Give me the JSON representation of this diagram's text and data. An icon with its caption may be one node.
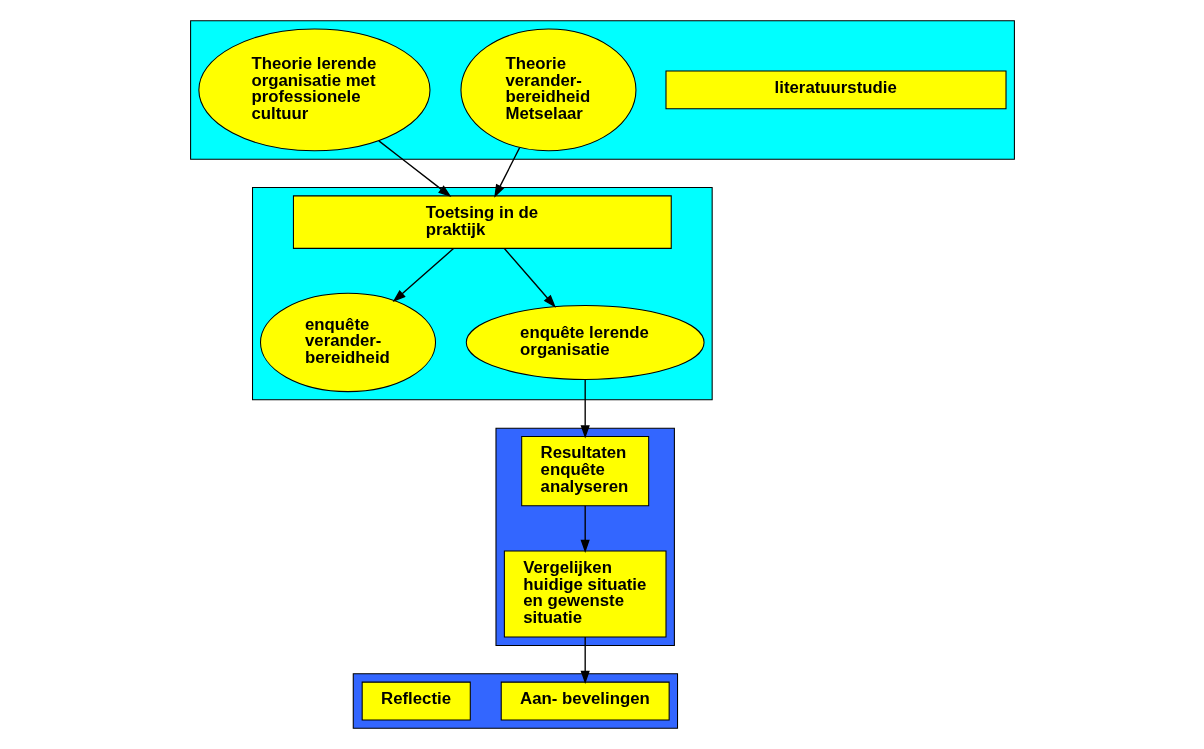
{
  "diagram": {
    "nodes": [
      {
        "text": [],
        "shape": "box"
      },
      {
        "text": [
          "literatuurstudie"
        ],
        "in": 0
      },
      {
        "text": [
          "Theorie verander- bereidheid Metselaar"
        ],
        "in": 0
      },
      {
        "text": [
          "Theorie lerende organisatie met professionele cultuur"
        ],
        "in": 0
      },
      {
        "text": [],
        "shape": "box"
      },
      {
        "text": [
          "Toetsing in de praktijk"
        ],
        "in": 4
      },
      {
        "text": [
          "enquête verander- bereidheid"
        ],
        "in": 4
      },
      {
        "text": [
          "enquête lerende organisatie"
        ],
        "in": 4
      },
      {
        "text": [],
        "shape": "box"
      },
      {
        "text": [
          "Resultaten enquête analyseren"
        ],
        "in": 8
      },
      {
        "text": [
          "Vergelijken huidige situatie en gewenste situatie"
        ],
        "in": 8
      },
      {
        "text": [],
        "shape": "box"
      },
      {
        "text": [
          "Aan- bevelingen"
        ],
        "in": 11
      },
      {
        "text": [
          "Reflectie"
        ],
        "in": 11
      }
    ],
    "edges": [
      {
        "from": 2,
        "to": 5,
        "arrow": "to"
      },
      {
        "from": 3,
        "to": 5,
        "arrow": "to"
      },
      {
        "from": 5,
        "to": 6,
        "arrow": "to"
      },
      {
        "from": 5,
        "to": 7,
        "arrow": "to"
      },
      {
        "from": 7,
        "to": 9,
        "arrow": "to"
      },
      {
        "from": 9,
        "to": 10,
        "arrow": "to"
      },
      {
        "from": 10,
        "to": 12,
        "arrow": "to"
      }
    ]
  }
}
